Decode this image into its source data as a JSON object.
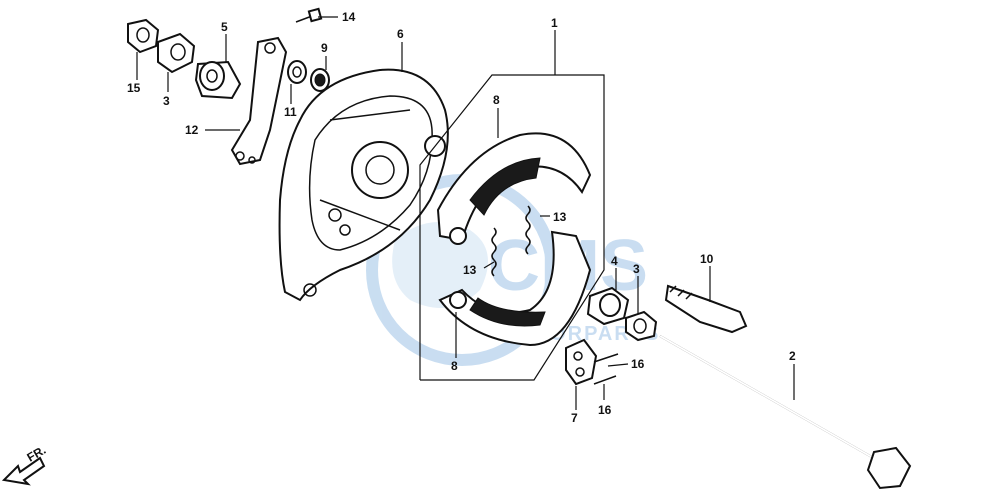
{
  "diagram": {
    "callouts": {
      "c1": "1",
      "c2": "2",
      "c3a": "3",
      "c3b": "3",
      "c4": "4",
      "c5": "5",
      "c6": "6",
      "c7": "7",
      "c8a": "8",
      "c8b": "8",
      "c9": "9",
      "c10": "10",
      "c11": "11",
      "c12": "12",
      "c13a": "13",
      "c13b": "13",
      "c14": "14",
      "c15": "15",
      "c16a": "16",
      "c16b": "16"
    },
    "orientation_label": "FR.",
    "watermark": {
      "brand": "CMS",
      "sub": "MOTORPARTS"
    },
    "colors": {
      "watermark": "#9dc3e6",
      "lines": "#111111"
    }
  }
}
